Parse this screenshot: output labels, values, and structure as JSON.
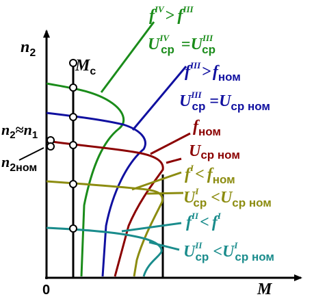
{
  "axes": {
    "x_label": "M",
    "y_label": "n",
    "y_label_sub": "2",
    "origin": "0"
  },
  "markers": {
    "mc": "M",
    "mc_sub": "c",
    "n2_n1_a": "n",
    "n2_n1_sub_a": "2",
    "n2_n1_eq": "≈",
    "n2_n1_b": "n",
    "n2_n1_sub_b": "1",
    "n2nom": "n",
    "n2nom_sub": "2ном"
  },
  "curves": [
    {
      "id": "f4",
      "color": "#1a8c1a",
      "freq": {
        "f": "f",
        "sup": "IV",
        "op": ">",
        "f2": "f",
        "sup2": "III"
      },
      "volt": {
        "u": "U",
        "sub": "ср",
        "sup": "IV",
        "op": "=",
        "u2": "U",
        "sub2": "ср",
        "sup2": "III"
      }
    },
    {
      "id": "f3",
      "color": "#1010a0",
      "freq": {
        "f": "f",
        "sup": "III",
        "op": ">",
        "f2": "f",
        "sub2": "ном"
      },
      "volt": {
        "u": "U",
        "sub": "ср",
        "sup": "III",
        "op": "=",
        "u2": "U",
        "sub2": "ср ном"
      }
    },
    {
      "id": "fnom",
      "color": "#8b0000",
      "freq": {
        "f": "f",
        "sub": "ном"
      },
      "volt": {
        "u": "U",
        "sub": "ср ном"
      }
    },
    {
      "id": "f1",
      "color": "#8c8c10",
      "freq": {
        "f": "f",
        "sup": "I",
        "op": "<",
        "f2": "f",
        "sub2": "ном"
      },
      "volt": {
        "u": "U",
        "sub": "ср",
        "sup": "I",
        "op": "<",
        "u2": "U",
        "sub2": "ср ном"
      }
    },
    {
      "id": "f2",
      "color": "#1a8c8c",
      "freq": {
        "f": "f",
        "sup": "II",
        "op": "<",
        "f2": "f",
        "sup2": "I"
      },
      "volt": {
        "u": "U",
        "sub": "ср",
        "sup": "II",
        "op": "<",
        "u2": "U",
        "sub2": "ср ном",
        "sup2": "I"
      }
    }
  ]
}
